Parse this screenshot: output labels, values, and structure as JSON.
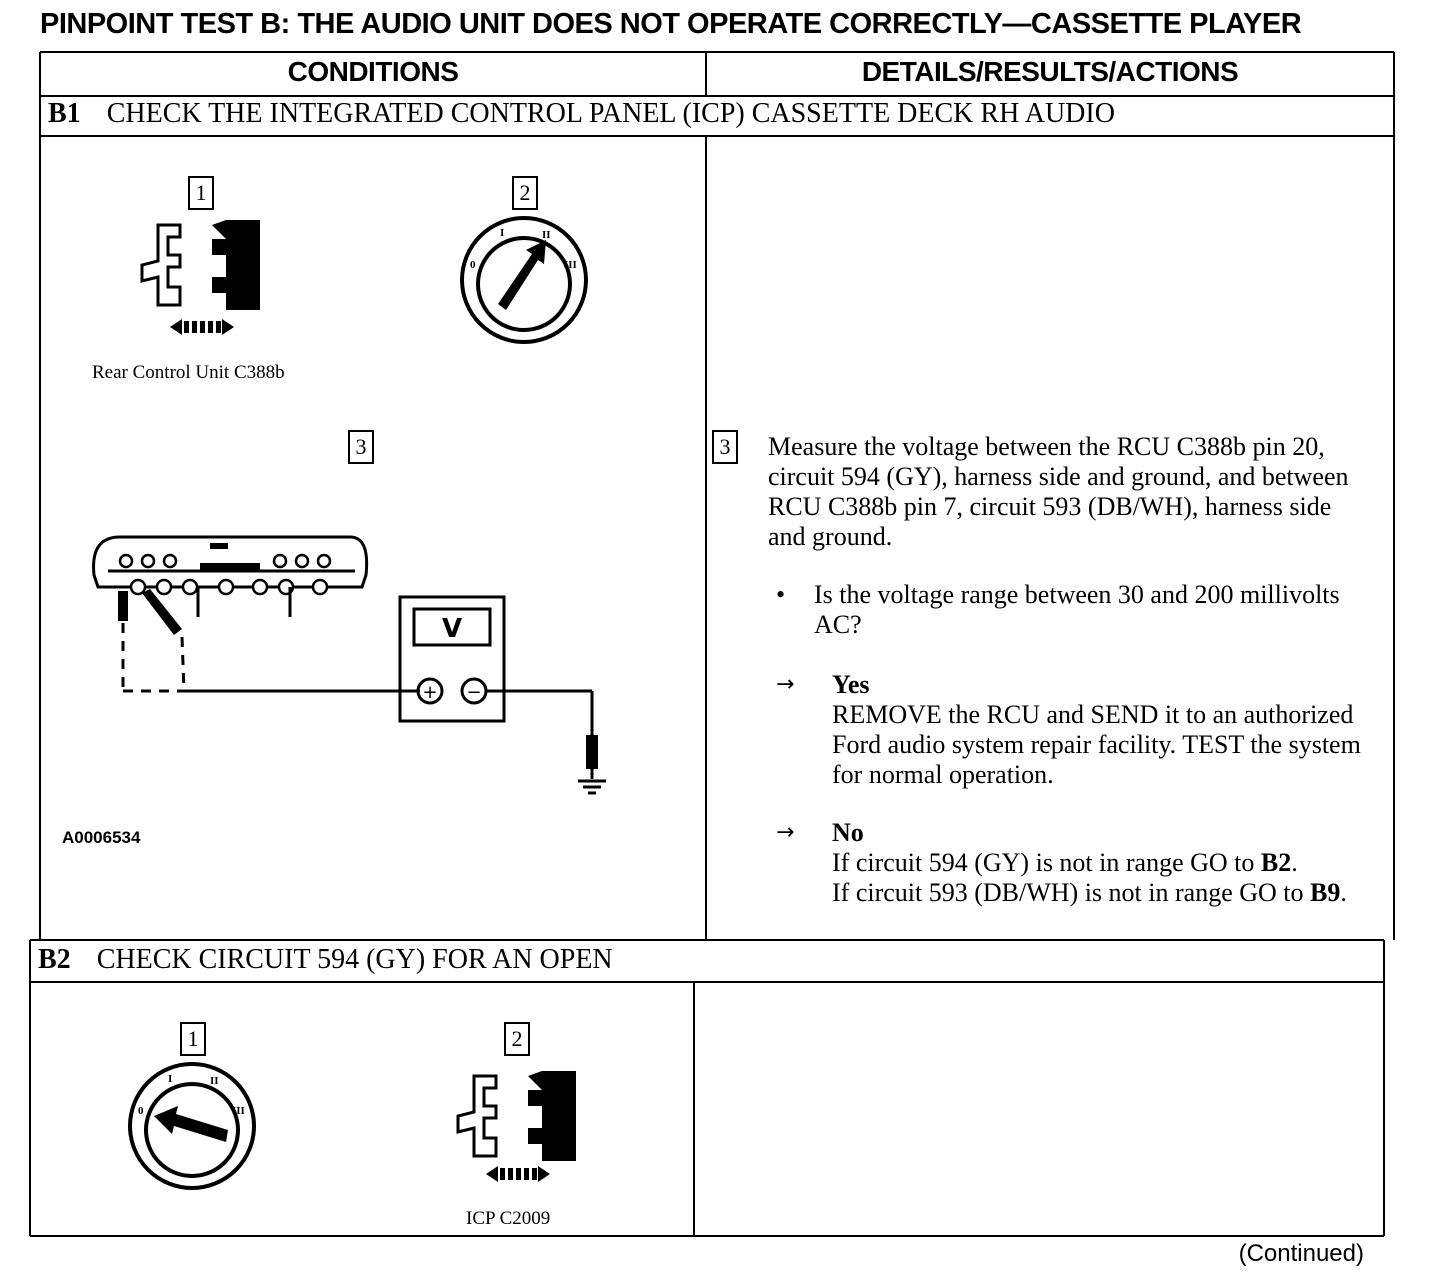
{
  "title": "PINPOINT TEST B: THE AUDIO UNIT DOES NOT OPERATE CORRECTLY—CASSETTE PLAYER",
  "headers": {
    "conditions": "CONDITIONS",
    "details": "DETAILS/RESULTS/ACTIONS"
  },
  "b1": {
    "id": "B1",
    "heading": "CHECK THE INTEGRATED CONTROL PANEL (ICP) CASSETTE DECK RH AUDIO",
    "callouts": [
      "1",
      "2",
      "3"
    ],
    "connector_caption": "Rear Control Unit C388b",
    "figure_id": "A0006534",
    "meter_label": "V",
    "ignition_marks": [
      "0",
      "I",
      "II",
      "III"
    ],
    "step_number": "3",
    "instruction": "Measure the voltage between the RCU C388b pin 20, circuit 594 (GY), harness side and ground, and between RCU C388b pin 7, circuit 593 (DB/WH), harness side and ground.",
    "question": "Is the voltage range between 30 and 200 millivolts AC?",
    "yes_label": "Yes",
    "yes_action": "REMOVE the RCU and SEND it to an authorized Ford audio system repair facility. TEST the system for normal operation.",
    "no_label": "No",
    "no_line1_text": "If circuit 594 (GY) is not in range GO to ",
    "no_line1_ref": "B2",
    "no_line1_end": ".",
    "no_line2_text": "If circuit 593 (DB/WH) is not in range GO to ",
    "no_line2_ref": "B9",
    "no_line2_end": "."
  },
  "b2": {
    "id": "B2",
    "heading": "CHECK CIRCUIT 594 (GY) FOR AN OPEN",
    "callouts": [
      "1",
      "2"
    ],
    "connector_caption": "ICP C2009"
  },
  "footer": "(Continued)"
}
